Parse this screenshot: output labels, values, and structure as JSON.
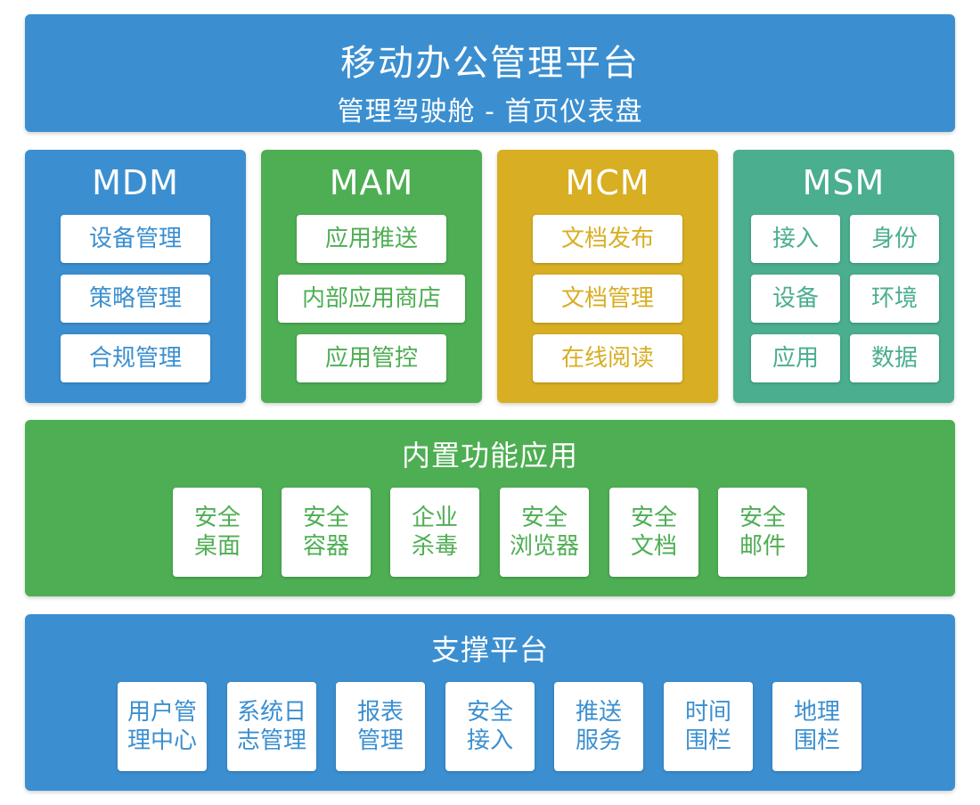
{
  "header": {
    "title": "移动办公管理平台",
    "subtitle": "管理驾驶舱 - 首页仪表盘"
  },
  "modules": {
    "mdm": {
      "title": "MDM",
      "items": [
        "设备管理",
        "策略管理",
        "合规管理"
      ]
    },
    "mam": {
      "title": "MAM",
      "items": [
        "应用推送",
        "内部应用商店",
        "应用管控"
      ]
    },
    "mcm": {
      "title": "MCM",
      "items": [
        "文档发布",
        "文档管理",
        "在线阅读"
      ]
    },
    "msm": {
      "title": "MSM",
      "items": [
        "接入",
        "身份",
        "设备",
        "环境",
        "应用",
        "数据"
      ]
    }
  },
  "builtin": {
    "title": "内置功能应用",
    "items": [
      [
        "安全",
        "桌面"
      ],
      [
        "安全",
        "容器"
      ],
      [
        "企业",
        "杀毒"
      ],
      [
        "安全",
        "浏览器"
      ],
      [
        "安全",
        "文档"
      ],
      [
        "安全",
        "邮件"
      ]
    ]
  },
  "support": {
    "title": "支撑平台",
    "items": [
      [
        "用户管",
        "理中心"
      ],
      [
        "系统日",
        "志管理"
      ],
      [
        "报表",
        "管理"
      ],
      [
        "安全",
        "接入"
      ],
      [
        "推送",
        "服务"
      ],
      [
        "时间",
        "围栏"
      ],
      [
        "地理",
        "围栏"
      ]
    ]
  },
  "colors": {
    "blue": "#3b8fd0",
    "green": "#4eae53",
    "gold": "#d8ae23",
    "teal": "#4aae8f"
  }
}
